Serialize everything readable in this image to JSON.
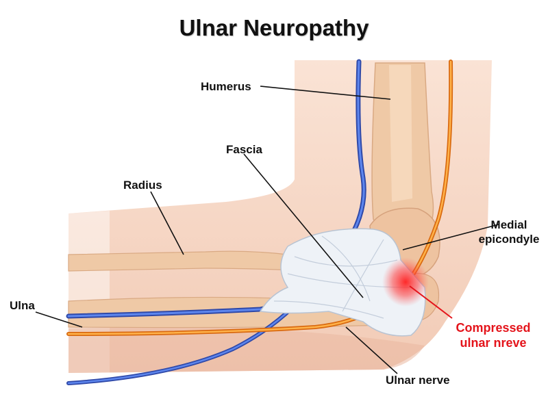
{
  "title": "Ulnar Neuropathy",
  "labels": {
    "humerus": "Humerus",
    "fascia": "Fascia",
    "radius": "Radius",
    "medial_epicondyle_line1": "Medial",
    "medial_epicondyle_line2": "epicondyle",
    "ulna": "Ulna",
    "compressed_line1": "Compressed",
    "compressed_line2": "ulnar nreve",
    "ulnar_nerve": "Ulnar nerve"
  },
  "colors": {
    "skin": "#f6d6c4",
    "bone": "#efc9a6",
    "nerve": "#f28a1e",
    "vein": "#3c63d8",
    "fascia": "#e8eef5",
    "compression": "#ff2a2a",
    "highlight_text": "#e4141b"
  }
}
